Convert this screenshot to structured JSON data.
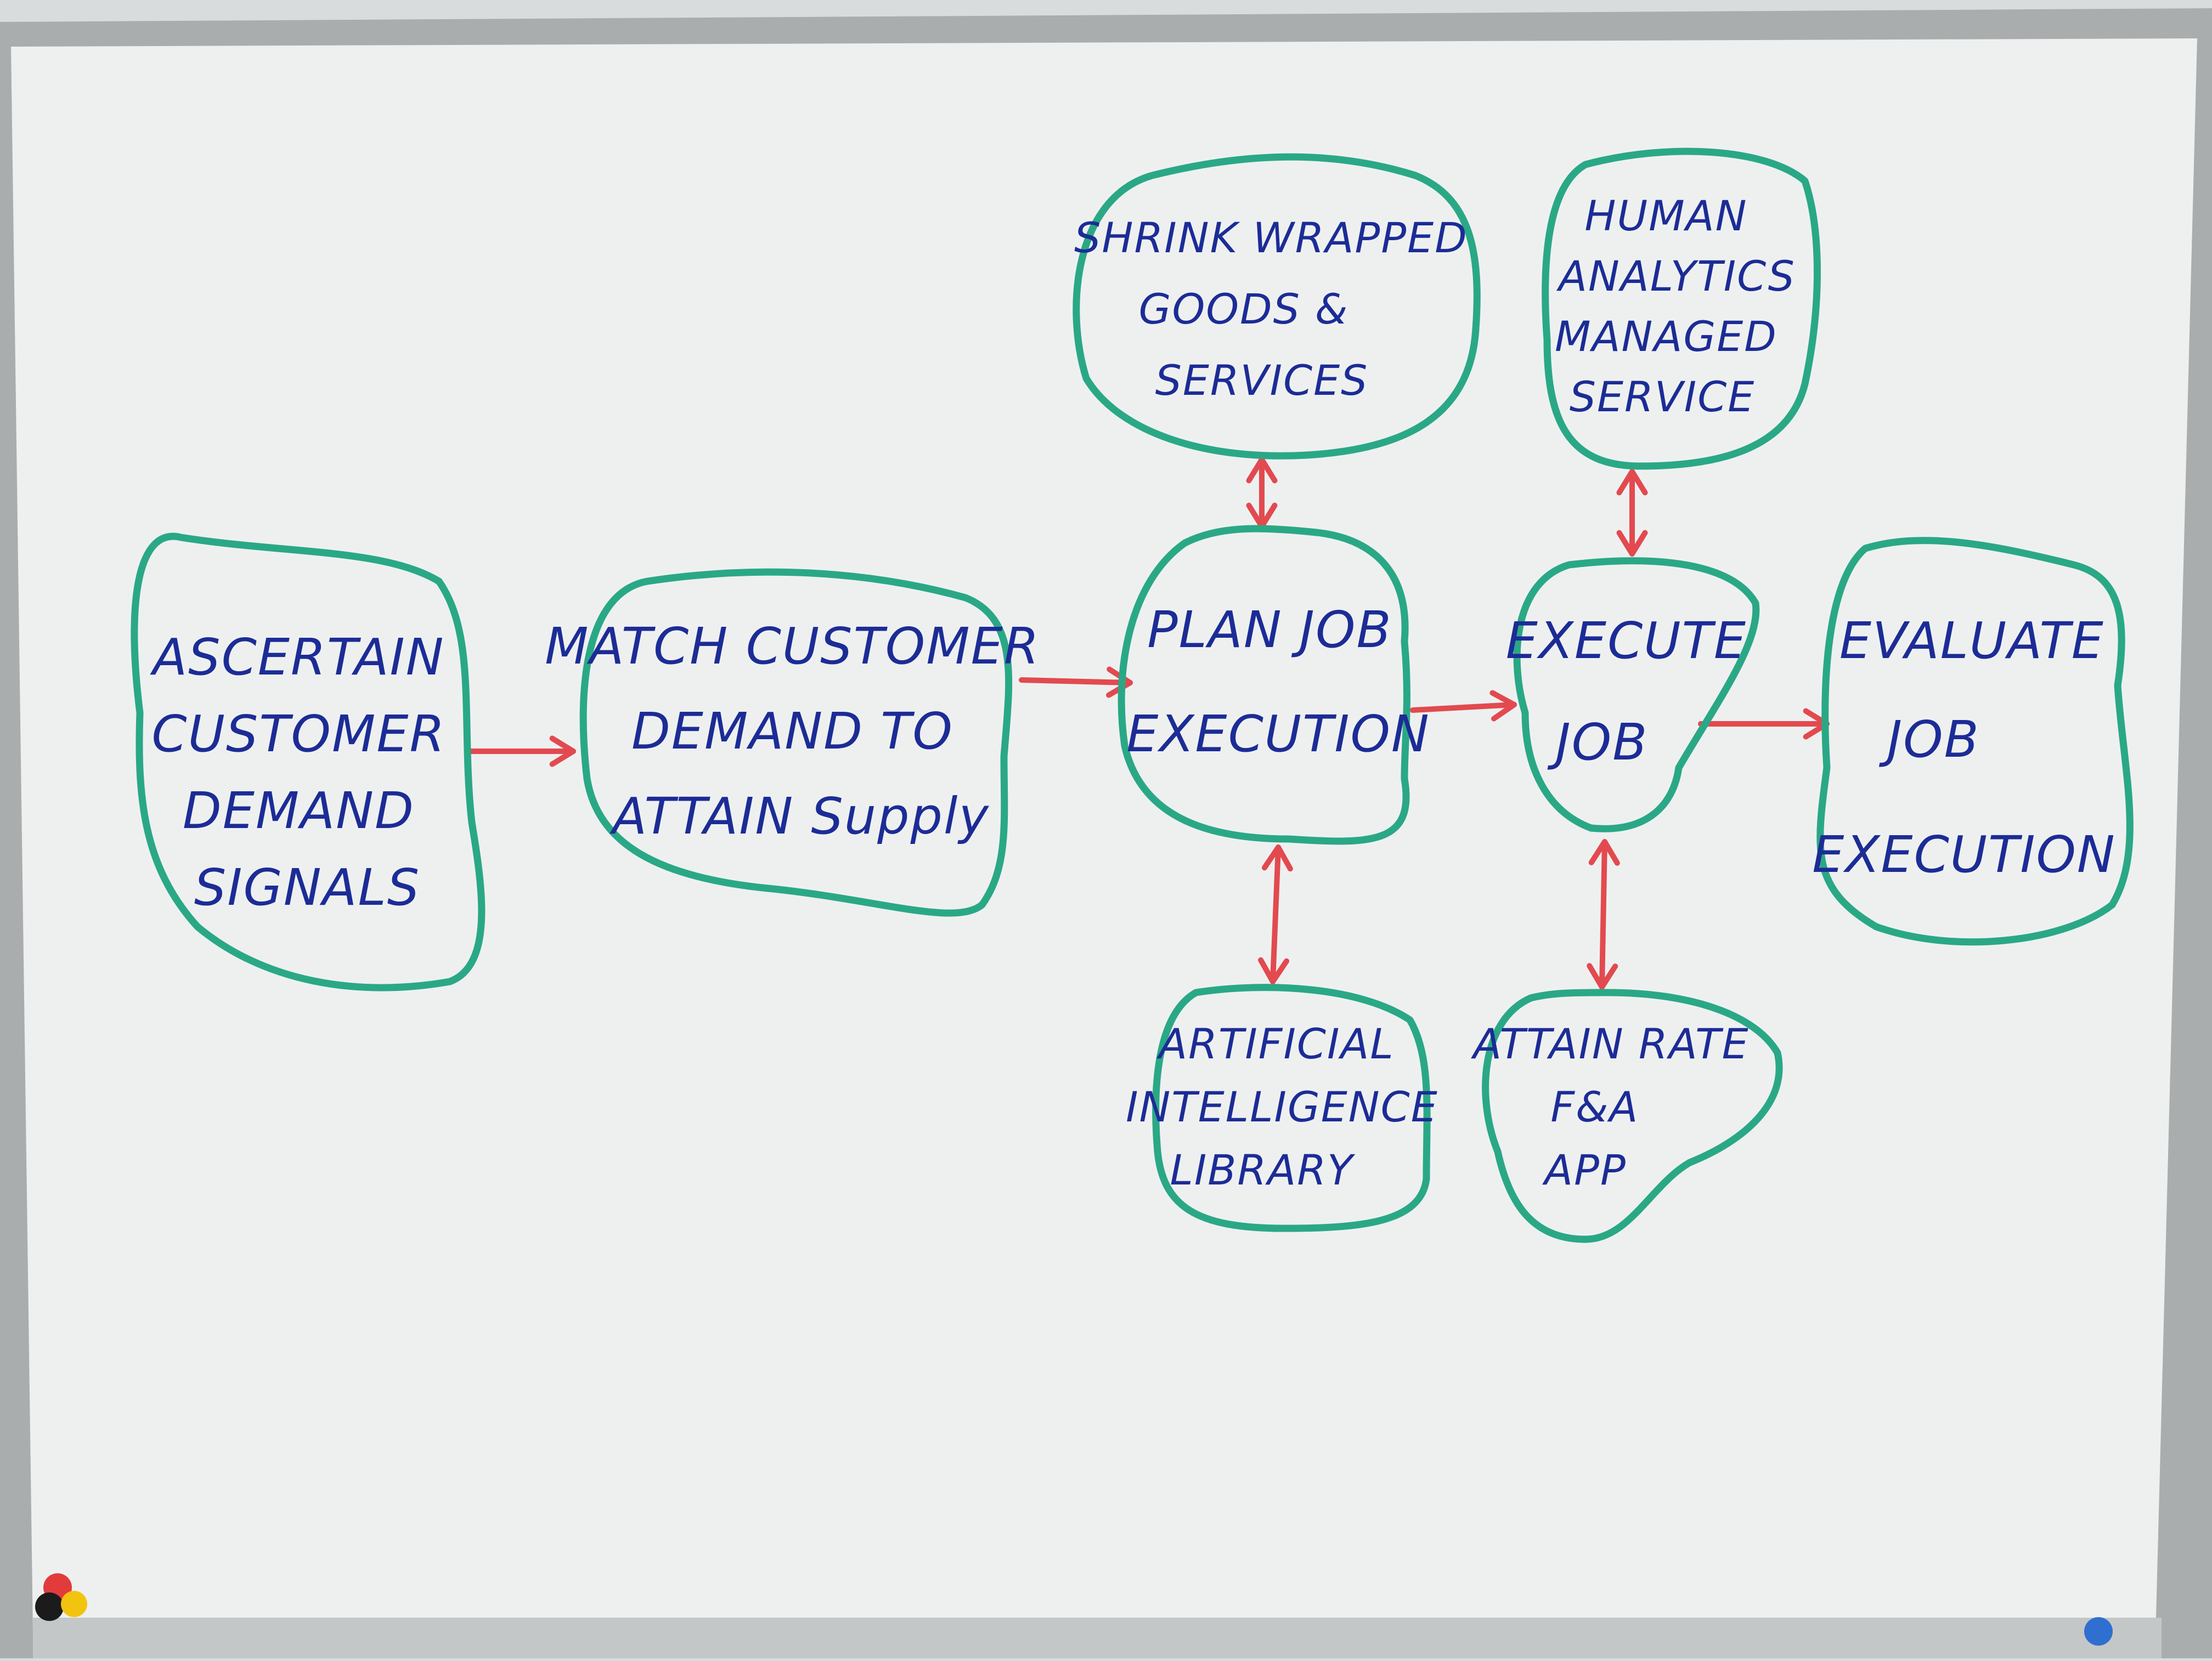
{
  "colors": {
    "board": "#eef0f0",
    "frame": "#a9adad",
    "box_stroke": "#2aa886",
    "arrow_stroke": "#e24a4f",
    "text": "#1c2c96",
    "magnet_red": "#e23b3b",
    "magnet_black": "#1b1b1b",
    "magnet_yellow": "#f2c40f",
    "magnet_blue": "#2f6fd0"
  },
  "diagram": {
    "nodes": [
      {
        "id": "ascertain",
        "lines": [
          "ASCERTAIN",
          "CUSTOMER",
          "DEMAND",
          "SIGNALS"
        ]
      },
      {
        "id": "match",
        "lines": [
          "MATCH CUSTOMER",
          "DEMAND TO",
          "ATTAIN Supply"
        ]
      },
      {
        "id": "plan",
        "lines": [
          "PLAN JOB",
          "EXECUTION"
        ]
      },
      {
        "id": "execute",
        "lines": [
          "EXECUTE",
          "JOB"
        ]
      },
      {
        "id": "evaluate",
        "lines": [
          "EVALUATE",
          "JOB",
          "EXECUTION"
        ]
      },
      {
        "id": "shrink",
        "lines": [
          "SHRINK WRAPPED",
          "GOODS &",
          "SERVICES"
        ]
      },
      {
        "id": "human",
        "lines": [
          "HUMAN",
          "ANALYTICS",
          "MANAGED",
          "SERVICE"
        ]
      },
      {
        "id": "ai",
        "lines": [
          "ARTIFICIAL",
          "INTELLIGENCE",
          "LIBRARY"
        ]
      },
      {
        "id": "attain",
        "lines": [
          "ATTAIN RATE",
          "F&A",
          "APP"
        ]
      }
    ],
    "edges": [
      {
        "from": "ascertain",
        "to": "match",
        "direction": "forward"
      },
      {
        "from": "match",
        "to": "plan",
        "direction": "forward"
      },
      {
        "from": "plan",
        "to": "execute",
        "direction": "forward"
      },
      {
        "from": "execute",
        "to": "evaluate",
        "direction": "forward"
      },
      {
        "from": "shrink",
        "to": "plan",
        "direction": "both"
      },
      {
        "from": "plan",
        "to": "ai",
        "direction": "both"
      },
      {
        "from": "human",
        "to": "execute",
        "direction": "both"
      },
      {
        "from": "execute",
        "to": "attain",
        "direction": "both"
      }
    ]
  }
}
